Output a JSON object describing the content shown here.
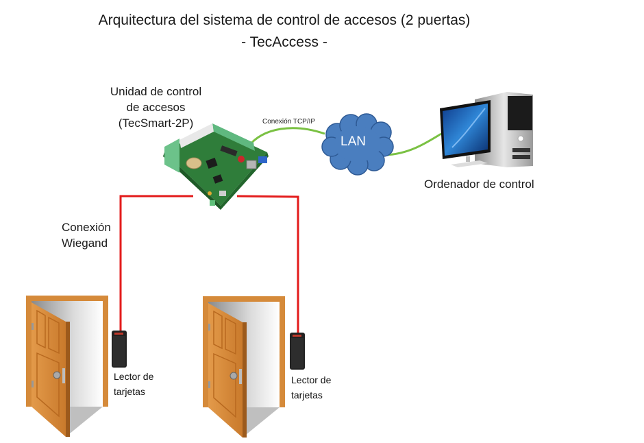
{
  "title": {
    "line1": "Arquitectura del sistema de control de accesos (2 puertas)",
    "line2": "- TecAccess -"
  },
  "controller": {
    "label_line1": "Unidad de control",
    "label_line2": "de accesos",
    "label_line3": "(TecSmart-2P)",
    "icon": "circuit-board-icon"
  },
  "network": {
    "link_label": "Conexión TCP/IP",
    "cloud_label": "LAN",
    "cloud_icon": "cloud-icon",
    "link_color": "#7ac143",
    "cloud_color": "#4a7ebf"
  },
  "computer": {
    "label": "Ordenador de control",
    "icon": "desktop-computer-icon"
  },
  "wiegand": {
    "label_line1": "Conexión",
    "label_line2": "Wiegand",
    "wire_color": "#e31b1b"
  },
  "doors": [
    {
      "icon": "open-door-icon",
      "reader_icon": "card-reader-icon",
      "reader_label_line1": "Lector de",
      "reader_label_line2": "tarjetas"
    },
    {
      "icon": "open-door-icon",
      "reader_icon": "card-reader-icon",
      "reader_label_line1": "Lector de",
      "reader_label_line2": "tarjetas"
    }
  ]
}
